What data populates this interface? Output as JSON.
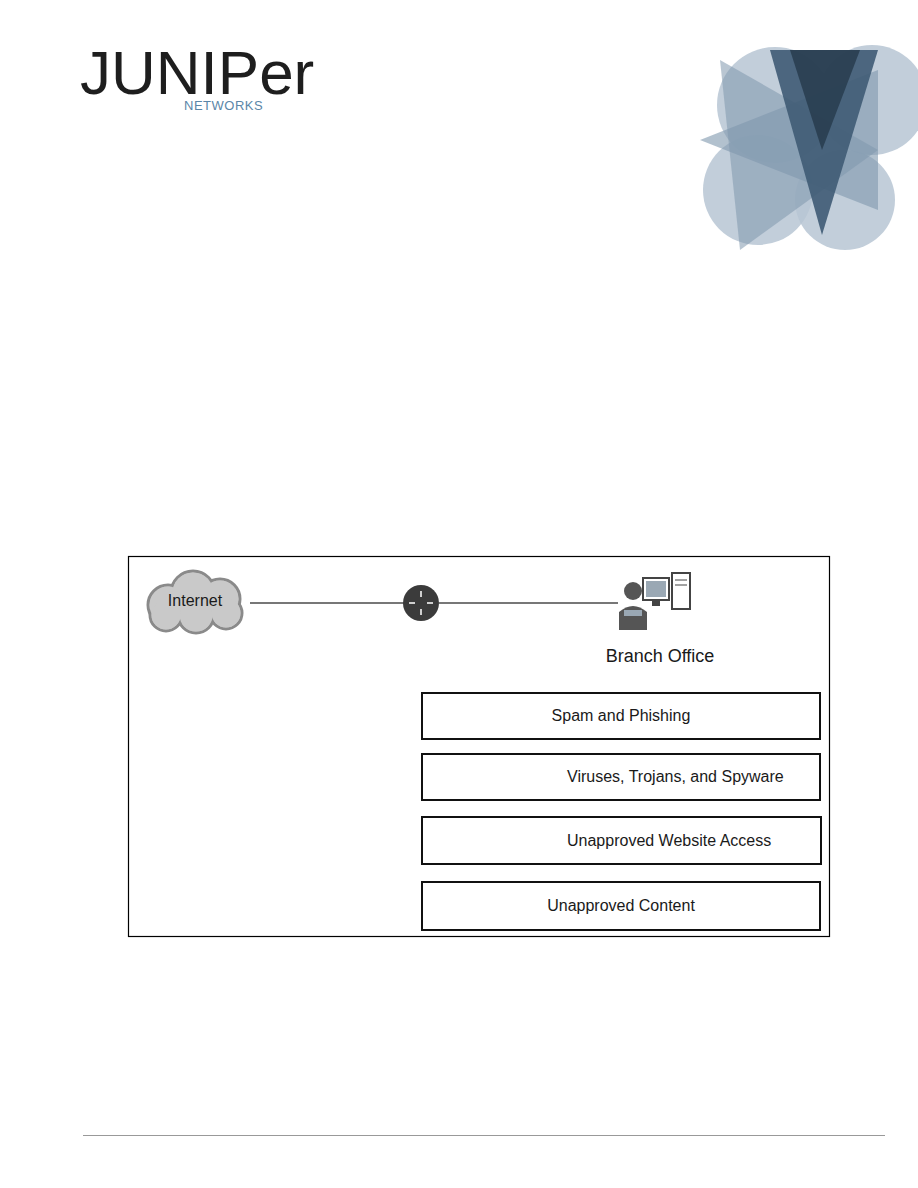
{
  "diagram": {
    "nodes": [
      {
        "text": [
          "Internet"
        ]
      },
      {
        "text": [
          "Spam and Phishing"
        ]
      },
      {
        "text": [
          "Viruses, Trojans, and Spyware"
        ]
      },
      {
        "text": [
          "Unapproved Website Access"
        ]
      },
      {
        "text": [
          "Unapproved Content"
        ]
      }
    ],
    "labels": [
      "JUNIPer",
      "NETWORKS",
      "Branch Office"
    ]
  }
}
